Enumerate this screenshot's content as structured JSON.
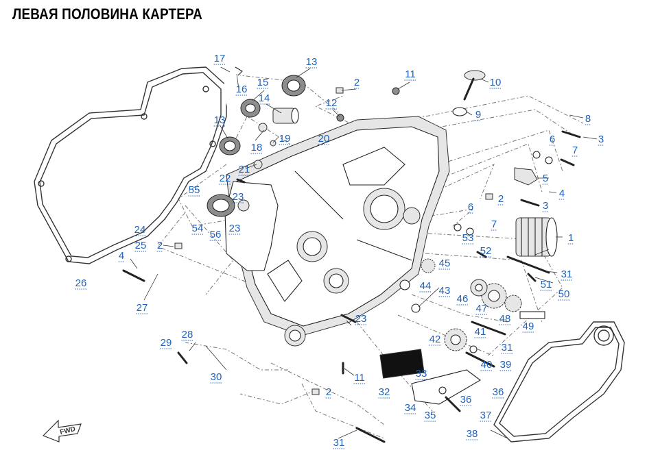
{
  "title": "ЛЕВАЯ ПОЛОВИНА КАРТЕРА",
  "direction_label": "FWD",
  "colors": {
    "callout": "#1f62b8",
    "title": "#000000",
    "line": "#777777"
  },
  "callouts": [
    {
      "id": "c17",
      "label": "17"
    },
    {
      "id": "c16",
      "label": "16"
    },
    {
      "id": "c15",
      "label": "15"
    },
    {
      "id": "c13a",
      "label": "13"
    },
    {
      "id": "c2a",
      "label": "2"
    },
    {
      "id": "c11a",
      "label": "11"
    },
    {
      "id": "c10",
      "label": "10"
    },
    {
      "id": "c12",
      "label": "12"
    },
    {
      "id": "c14",
      "label": "14"
    },
    {
      "id": "c9",
      "label": "9"
    },
    {
      "id": "c8",
      "label": "8"
    },
    {
      "id": "c13b",
      "label": "13"
    },
    {
      "id": "c18",
      "label": "18"
    },
    {
      "id": "c19",
      "label": "19"
    },
    {
      "id": "c20",
      "label": "20"
    },
    {
      "id": "c3a",
      "label": "3"
    },
    {
      "id": "c6a",
      "label": "6"
    },
    {
      "id": "c7a",
      "label": "7"
    },
    {
      "id": "c21",
      "label": "21"
    },
    {
      "id": "c22",
      "label": "22"
    },
    {
      "id": "c5",
      "label": "5"
    },
    {
      "id": "c55",
      "label": "55"
    },
    {
      "id": "c23a",
      "label": "23"
    },
    {
      "id": "c4a",
      "label": "4"
    },
    {
      "id": "c2b",
      "label": "2"
    },
    {
      "id": "c3b",
      "label": "3"
    },
    {
      "id": "c6b",
      "label": "6"
    },
    {
      "id": "c7b",
      "label": "7"
    },
    {
      "id": "c54",
      "label": "54"
    },
    {
      "id": "c23b",
      "label": "23"
    },
    {
      "id": "c24",
      "label": "24"
    },
    {
      "id": "c53",
      "label": "53"
    },
    {
      "id": "c1",
      "label": "1"
    },
    {
      "id": "c56",
      "label": "56"
    },
    {
      "id": "c25",
      "label": "25"
    },
    {
      "id": "c2c",
      "label": "2"
    },
    {
      "id": "c52",
      "label": "52"
    },
    {
      "id": "c4b",
      "label": "4"
    },
    {
      "id": "c45",
      "label": "45"
    },
    {
      "id": "c31a",
      "label": "31"
    },
    {
      "id": "c26",
      "label": "26"
    },
    {
      "id": "c51",
      "label": "51"
    },
    {
      "id": "c44",
      "label": "44"
    },
    {
      "id": "c43",
      "label": "43"
    },
    {
      "id": "c50",
      "label": "50"
    },
    {
      "id": "c27",
      "label": "27"
    },
    {
      "id": "c46",
      "label": "46"
    },
    {
      "id": "c47",
      "label": "47"
    },
    {
      "id": "c23c",
      "label": "23"
    },
    {
      "id": "c48",
      "label": "48"
    },
    {
      "id": "c49",
      "label": "49"
    },
    {
      "id": "c41",
      "label": "41"
    },
    {
      "id": "c28",
      "label": "28"
    },
    {
      "id": "c29",
      "label": "29"
    },
    {
      "id": "c42",
      "label": "42"
    },
    {
      "id": "c31b",
      "label": "31"
    },
    {
      "id": "c40",
      "label": "40"
    },
    {
      "id": "c39",
      "label": "39"
    },
    {
      "id": "c30",
      "label": "30"
    },
    {
      "id": "c11b",
      "label": "11"
    },
    {
      "id": "c33",
      "label": "33"
    },
    {
      "id": "c36a",
      "label": "36"
    },
    {
      "id": "c2d",
      "label": "2"
    },
    {
      "id": "c32",
      "label": "32"
    },
    {
      "id": "c36b",
      "label": "36"
    },
    {
      "id": "c34",
      "label": "34"
    },
    {
      "id": "c35",
      "label": "35"
    },
    {
      "id": "c37",
      "label": "37"
    },
    {
      "id": "c38",
      "label": "38"
    },
    {
      "id": "c31c",
      "label": "31"
    }
  ]
}
